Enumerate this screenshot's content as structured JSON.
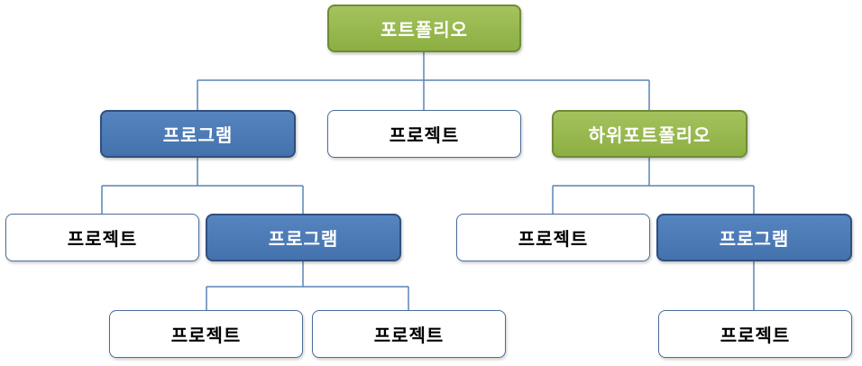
{
  "diagram": {
    "root": {
      "label": "포트폴리오"
    },
    "level1": {
      "program": {
        "label": "프로그램"
      },
      "project": {
        "label": "프로젝트"
      },
      "sub_portfolio": {
        "label": "하위포트폴리오"
      }
    },
    "level2": {
      "program_project": {
        "label": "프로젝트"
      },
      "program_program": {
        "label": "프로그램"
      },
      "sub_portfolio_project": {
        "label": "프로젝트"
      },
      "sub_portfolio_program": {
        "label": "프로그램"
      }
    },
    "level3": {
      "nested_program_project_a": {
        "label": "프로젝트"
      },
      "nested_program_project_b": {
        "label": "프로젝트"
      },
      "sub_program_project": {
        "label": "프로젝트"
      }
    }
  },
  "colors": {
    "portfolio": "#9bbb59",
    "program": "#4f81bd",
    "project": "#ffffff",
    "connector": "#5b84b5"
  }
}
